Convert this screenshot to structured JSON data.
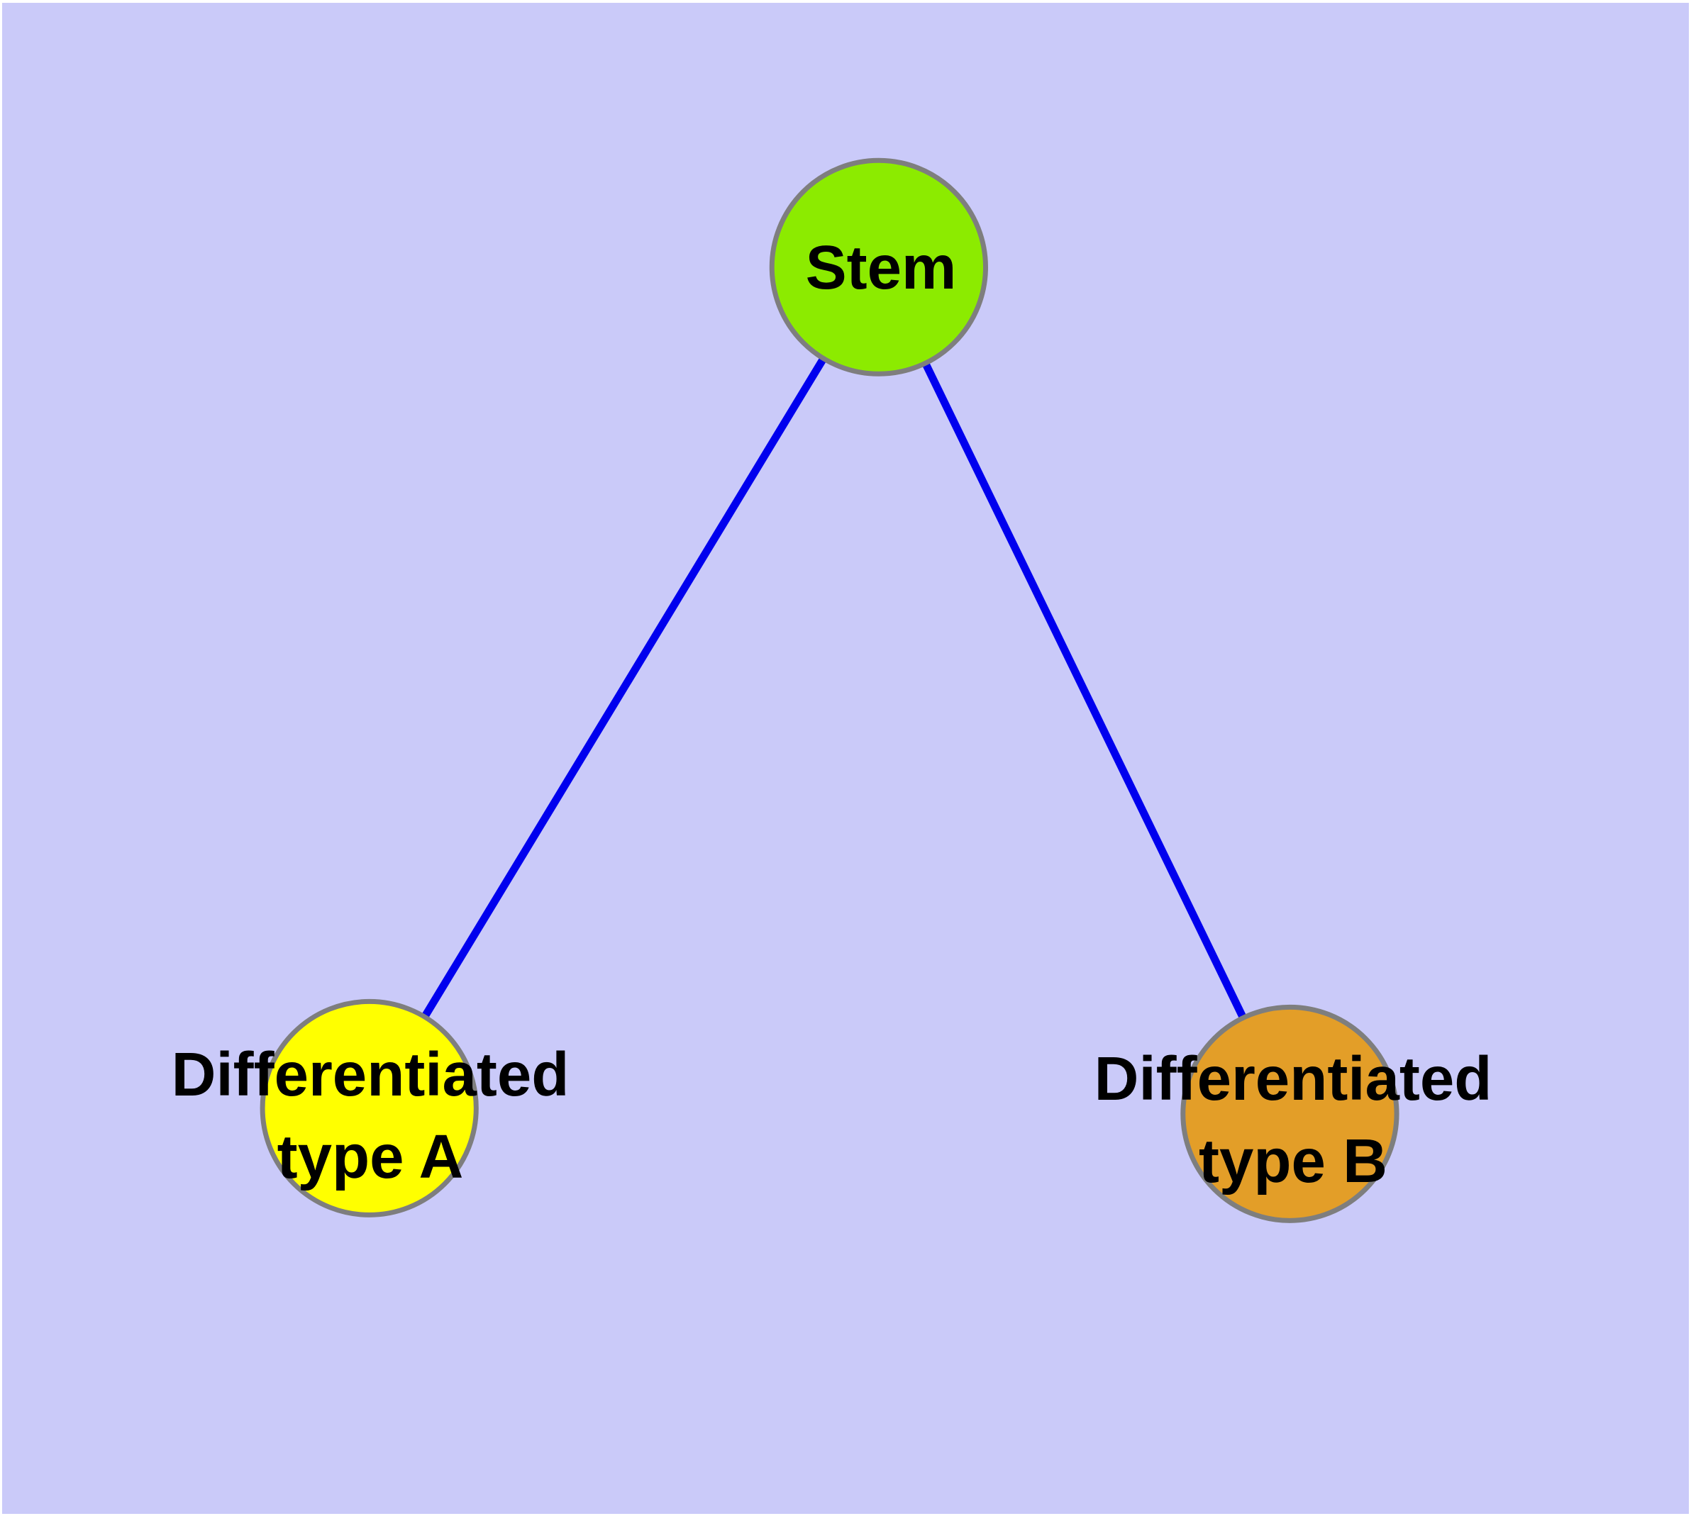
{
  "figure": {
    "background": "#CACAF9",
    "margin_color": "#FFFFFF",
    "text_color": "#000000"
  },
  "diagram": {
    "type": "node-link-tree",
    "edge_color": "#0000EE",
    "node_border_color": "#7E7E7E",
    "nodes": [
      {
        "id": "stem",
        "label": "Stem",
        "fill": "#8CEB00"
      },
      {
        "id": "type-a",
        "label": "Differentiated\ntype A",
        "fill": "#FFFF00"
      },
      {
        "id": "type-b",
        "label": "Differentiated\ntype B",
        "fill": "#E39E28"
      }
    ],
    "edges": [
      {
        "from": "stem",
        "to": "type-a"
      },
      {
        "from": "stem",
        "to": "type-b"
      }
    ]
  }
}
